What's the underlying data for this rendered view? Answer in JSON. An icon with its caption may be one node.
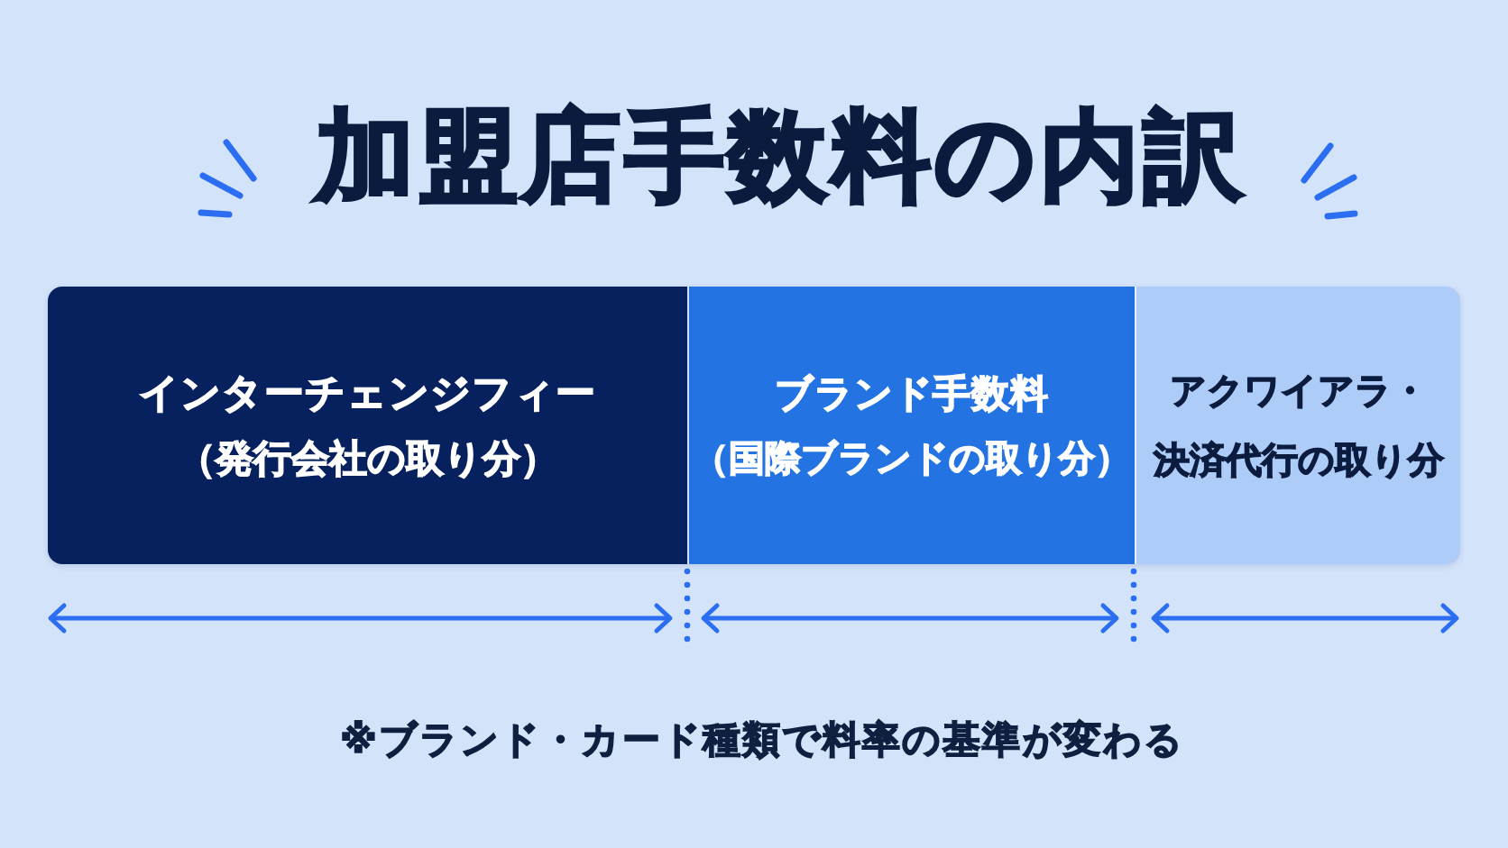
{
  "diagram": {
    "title": "加盟店手数料の内訳",
    "nodes": [
      {
        "text": [
          "インターチェンジフィー",
          "（発行会社の取り分）"
        ]
      },
      {
        "text": [
          "ブランド手数料",
          "（国際ブランドの取り分）"
        ]
      },
      {
        "text": [
          "アクワイアラ・決済代行の取り分"
        ]
      }
    ],
    "labels": [
      "※ブランド・カード種類で料率の基準が変わる"
    ]
  }
}
